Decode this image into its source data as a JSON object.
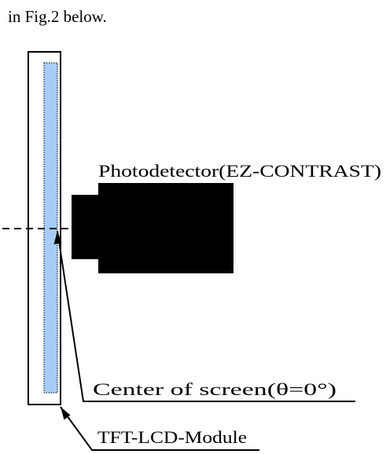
{
  "intro_text": "in Fig.2 below.",
  "labels": {
    "photodetector": "Photodetector(EZ-CONTRAST)",
    "center_of_screen": "Center of screen(θ=0°)",
    "module": "TFT-LCD-Module"
  },
  "colors": {
    "screen_fill": "#a6cdf7",
    "photodetector_fill": "#000000",
    "line": "#000000"
  }
}
